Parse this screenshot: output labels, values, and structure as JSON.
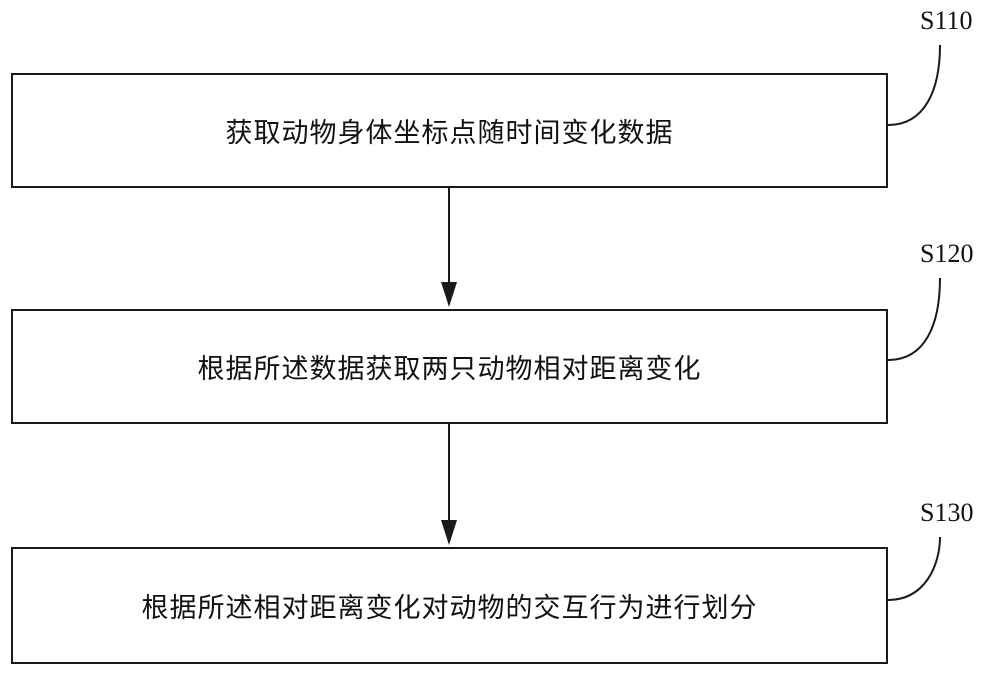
{
  "diagram": {
    "steps": [
      {
        "id": "S110",
        "text": "获取动物身体坐标点随时间变化数据"
      },
      {
        "id": "S120",
        "text": "根据所述数据获取两只动物相对距离变化"
      },
      {
        "id": "S130",
        "text": "根据所述相对距离变化对动物的交互行为进行划分"
      }
    ],
    "colors": {
      "stroke": "#1a1a1a",
      "background": "#ffffff"
    }
  }
}
